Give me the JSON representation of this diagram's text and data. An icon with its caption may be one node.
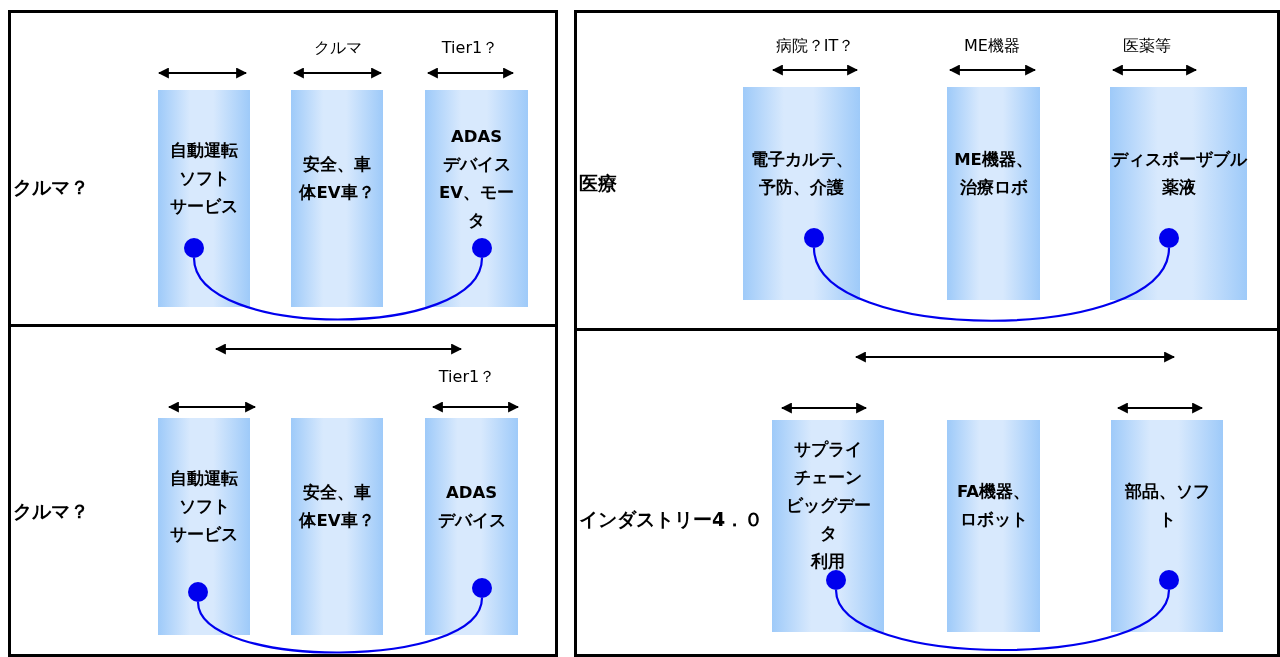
{
  "diagram": {
    "nodes": [
      {
        "text": [
          "クルマ？"
        ]
      },
      {
        "text": [
          "自動運転",
          "ソフト",
          "サービス"
        ],
        "in": 0
      },
      {
        "text": [
          "安全、車体EV車？"
        ],
        "in": 0
      },
      {
        "text": [
          "ADAS",
          "デバイス",
          "EV、モータ"
        ],
        "in": 0
      },
      {
        "text": [],
        "shape": "circle",
        "in": 1
      },
      {
        "text": [],
        "shape": "circle",
        "in": 3
      },
      {
        "text": [
          "医療"
        ]
      },
      {
        "text": [
          "電子カルテ、予防、介護"
        ],
        "in": 6
      },
      {
        "text": [
          "ME機器、治療ロボ"
        ],
        "in": 6
      },
      {
        "text": [
          "ディスポーザブル",
          "薬液"
        ],
        "in": 6
      },
      {
        "text": [],
        "shape": "circle",
        "in": 7
      },
      {
        "text": [],
        "shape": "circle",
        "in": 9
      },
      {
        "text": [
          "クルマ？"
        ]
      },
      {
        "text": [
          "自動運転",
          "ソフト",
          "サービス"
        ],
        "in": 12
      },
      {
        "text": [
          "安全、車体EV車？"
        ],
        "in": 12
      },
      {
        "text": [
          "ADAS",
          "デバイス"
        ],
        "in": 12
      },
      {
        "text": [],
        "shape": "circle",
        "in": 13
      },
      {
        "text": [],
        "shape": "circle",
        "in": 15
      },
      {
        "text": [
          "インダストリー4．０"
        ]
      },
      {
        "text": [
          "サプライチェーン",
          "ビッグデータ",
          "利用"
        ],
        "in": 18
      },
      {
        "text": [
          "FA機器、ロボット"
        ],
        "in": 18
      },
      {
        "text": [
          "部品、ソフト"
        ],
        "in": 18
      },
      {
        "text": [],
        "shape": "circle",
        "in": 19
      },
      {
        "text": [],
        "shape": "circle",
        "in": 21
      }
    ],
    "edges": [
      {
        "from": 4,
        "to": 5,
        "arrow": "none"
      },
      {
        "from": 10,
        "to": 11,
        "arrow": "none"
      },
      {
        "from": 16,
        "to": 17,
        "arrow": "none"
      },
      {
        "from": 22,
        "to": 23,
        "arrow": "none"
      }
    ],
    "labels": [
      "クルマ",
      "Tier1？",
      "病院？IT？",
      "ME機器",
      "医薬等",
      "Tier1？"
    ]
  }
}
